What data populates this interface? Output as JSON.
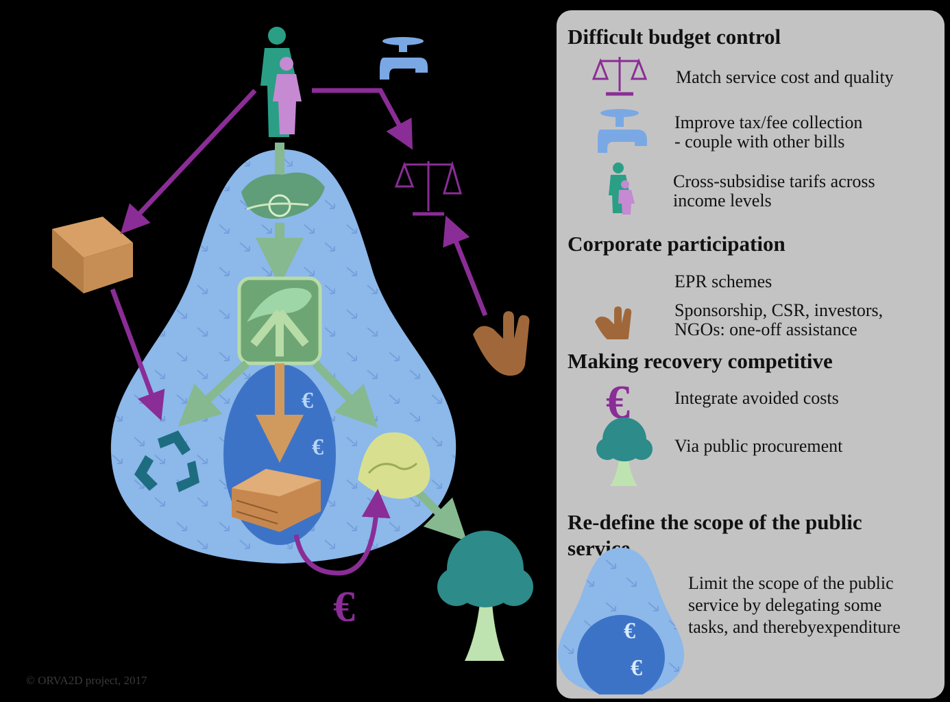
{
  "copyright": "© ORVA2D project, 2017",
  "diagram": {
    "euro_symbol": "€"
  },
  "legend": {
    "sections": [
      {
        "title": "Difficult budget control",
        "items": [
          {
            "icon": "scales-icon",
            "text": "Match service cost and quality"
          },
          {
            "icon": "water-tap-icon",
            "text": "Improve tax/fee collection\n- couple with other bills"
          },
          {
            "icon": "family-icon",
            "text": "Cross-subsidise tarifs across\nincome levels"
          }
        ]
      },
      {
        "title": "Corporate participation",
        "items": [
          {
            "icon": "",
            "text": "EPR schemes"
          },
          {
            "icon": "hand-icon",
            "text": "Sponsorship, CSR, investors,\nNGOs: one-off assistance"
          }
        ]
      },
      {
        "title": "Making recovery competitive",
        "items": [
          {
            "icon": "euro-icon",
            "text": "Integrate avoided costs"
          },
          {
            "icon": "tree-icon",
            "text": "Via public procurement"
          }
        ]
      },
      {
        "title": "Re-define the scope of the public\nservice",
        "items": [
          {
            "icon": "public-service-drop-icon",
            "text": "Limit the scope of the public\nservice by delegating some\ntasks, and therebyexpenditure"
          }
        ]
      }
    ]
  },
  "colors": {
    "background": "#000000",
    "panel": "#c4c3c3",
    "drop_light": "#8cb8ea",
    "drop_dark": "#3d73c7",
    "purple": "#8a2d96",
    "green_arrow": "#86b98f",
    "orange_arrow": "#d09a5e",
    "teal": "#2a9f86",
    "recycle": "#1e6c80"
  }
}
